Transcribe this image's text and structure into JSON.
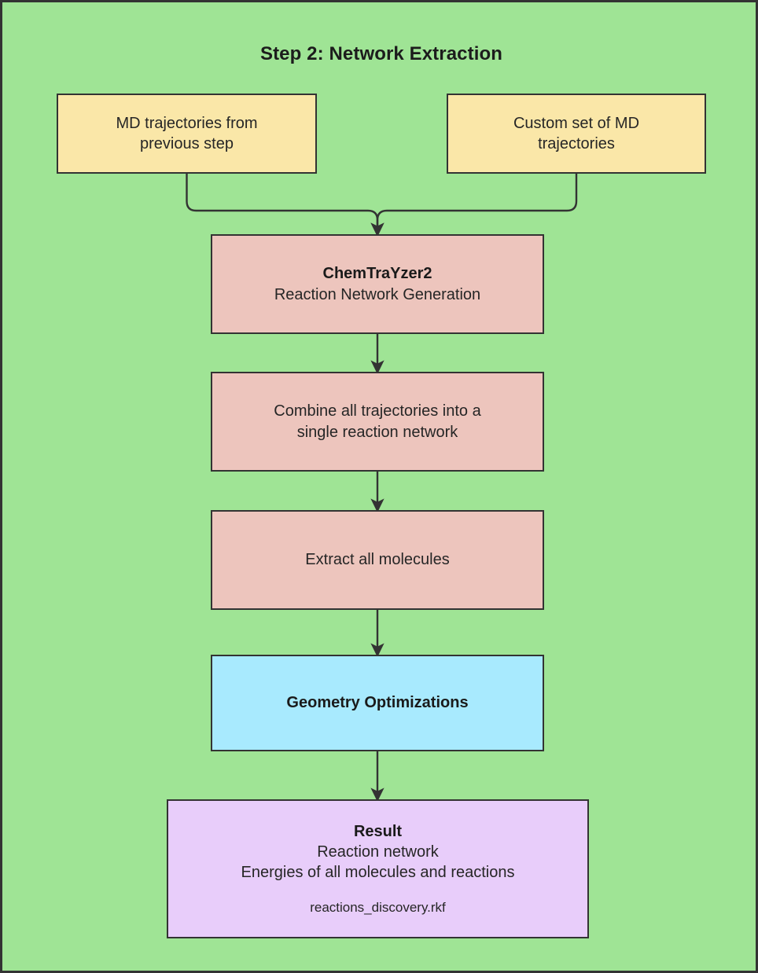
{
  "diagram": {
    "title": "Step 2: Network Extraction",
    "background_color": "#9FE495",
    "border_color": "#333333",
    "type": "flowchart",
    "direction": "top-to-bottom"
  },
  "nodes": [
    {
      "id": "md-trajectories-previous",
      "shape": "rectangle",
      "fill": "#FAE7A8",
      "lines": [
        {
          "text": "MD trajectories from",
          "style": "normal"
        },
        {
          "text": "previous step",
          "style": "normal"
        }
      ]
    },
    {
      "id": "custom-md-trajectories",
      "shape": "rectangle",
      "fill": "#FAE7A8",
      "lines": [
        {
          "text": "Custom set of MD",
          "style": "normal"
        },
        {
          "text": "trajectories",
          "style": "normal"
        }
      ]
    },
    {
      "id": "chemtrayzer2",
      "shape": "rectangle",
      "fill": "#EDC5BD",
      "lines": [
        {
          "text": "ChemTraYzer2",
          "style": "bold"
        },
        {
          "text": "Reaction Network Generation",
          "style": "normal"
        }
      ]
    },
    {
      "id": "combine-trajectories",
      "shape": "rectangle",
      "fill": "#EDC5BD",
      "lines": [
        {
          "text": "Combine all trajectories into a",
          "style": "normal"
        },
        {
          "text": "single reaction network",
          "style": "normal"
        }
      ]
    },
    {
      "id": "extract-molecules",
      "shape": "rectangle",
      "fill": "#EDC5BD",
      "lines": [
        {
          "text": "Extract all molecules",
          "style": "normal"
        }
      ]
    },
    {
      "id": "geometry-optimizations",
      "shape": "rectangle",
      "fill": "#A8EAFE",
      "lines": [
        {
          "text": "Geometry Optimizations",
          "style": "bold"
        }
      ]
    },
    {
      "id": "result",
      "shape": "rectangle",
      "fill": "#E8CDFA",
      "lines": [
        {
          "text": "Result",
          "style": "bold"
        },
        {
          "text": "Reaction network",
          "style": "normal"
        },
        {
          "text": "Energies of all molecules and reactions",
          "style": "normal"
        },
        {
          "text": "",
          "style": "spacer"
        },
        {
          "text": "reactions_discovery.rkf",
          "style": "small"
        }
      ]
    }
  ],
  "edges": [
    {
      "from": "md-trajectories-previous",
      "to": "chemtrayzer2",
      "style": "elbow-arrow"
    },
    {
      "from": "custom-md-trajectories",
      "to": "chemtrayzer2",
      "style": "elbow-arrow"
    },
    {
      "from": "chemtrayzer2",
      "to": "combine-trajectories",
      "style": "straight-arrow"
    },
    {
      "from": "combine-trajectories",
      "to": "extract-molecules",
      "style": "straight-arrow"
    },
    {
      "from": "extract-molecules",
      "to": "geometry-optimizations",
      "style": "straight-arrow"
    },
    {
      "from": "geometry-optimizations",
      "to": "result",
      "style": "straight-arrow"
    }
  ]
}
